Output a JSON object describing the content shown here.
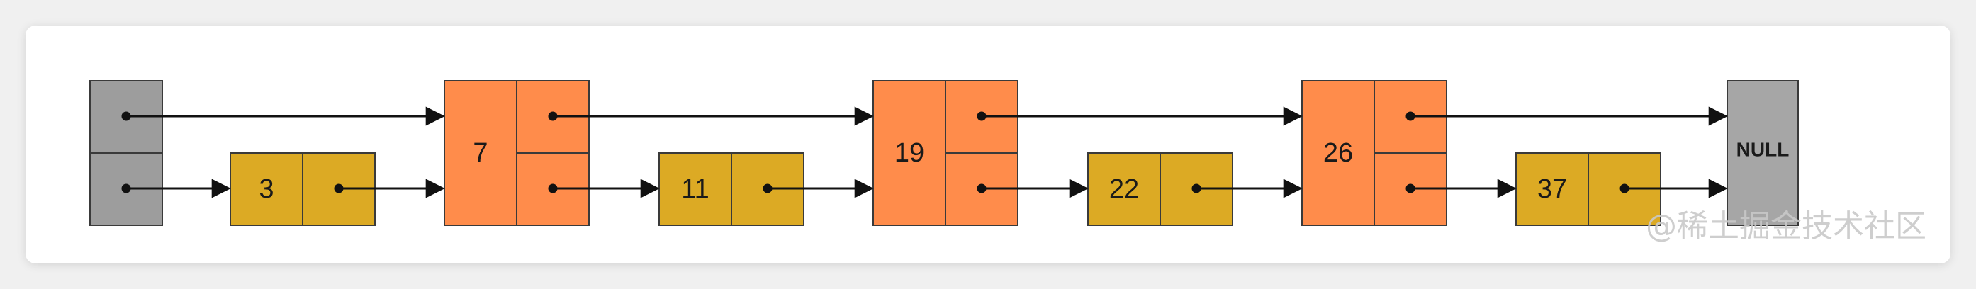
{
  "colors": {
    "background": "#f0f0f0",
    "panel": "#ffffff",
    "head_fill": "#9d9d9d",
    "null_fill": "#a6a6a6",
    "level2_fill": "#ff8c4b",
    "level1_fill": "#dcaa24",
    "stroke": "#3a3a3a",
    "pointer": "#111111",
    "watermark": "#c9c9c9"
  },
  "diagram": {
    "head": {
      "name": "head-node",
      "label": ""
    },
    "null_node": {
      "name": "null-node",
      "label": "NULL"
    },
    "nodes": [
      {
        "value": "3",
        "levels": 1
      },
      {
        "value": "7",
        "levels": 2
      },
      {
        "value": "11",
        "levels": 1
      },
      {
        "value": "19",
        "levels": 2
      },
      {
        "value": "22",
        "levels": 1
      },
      {
        "value": "26",
        "levels": 2
      },
      {
        "value": "37",
        "levels": 1
      }
    ]
  },
  "watermark": {
    "text": "@稀土掘金技术社区"
  }
}
